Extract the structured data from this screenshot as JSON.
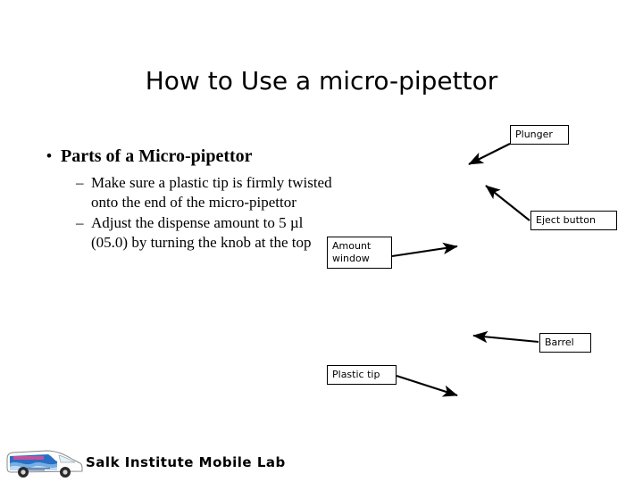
{
  "slide": {
    "title": "How to Use a micro-pipettor",
    "background_color": "#ffffff",
    "text_color": "#000000"
  },
  "body": {
    "bullet_marker": "•",
    "sub_marker": "–",
    "level1": "Parts of a Micro-pipettor",
    "level2": [
      "Make sure a plastic tip is firmly twisted onto the end of the micro-pipettor",
      "Adjust the dispense amount to 5 µl (05.0) by turning the knob at the top"
    ]
  },
  "callouts": [
    {
      "id": "plunger",
      "label": "Plunger"
    },
    {
      "id": "eject",
      "label": "Eject button"
    },
    {
      "id": "amount",
      "label": "Amount\nwindow"
    },
    {
      "id": "barrel",
      "label": "Barrel"
    },
    {
      "id": "plastic-tip",
      "label": "Plastic tip"
    }
  ],
  "footer": {
    "text": "Salk Institute Mobile Lab",
    "logo_alt": "mobile-lab-van",
    "van_body_color": "#ffffff",
    "van_wave_color": "#2a6fc4",
    "van_accent_color": "#d14f9a"
  }
}
